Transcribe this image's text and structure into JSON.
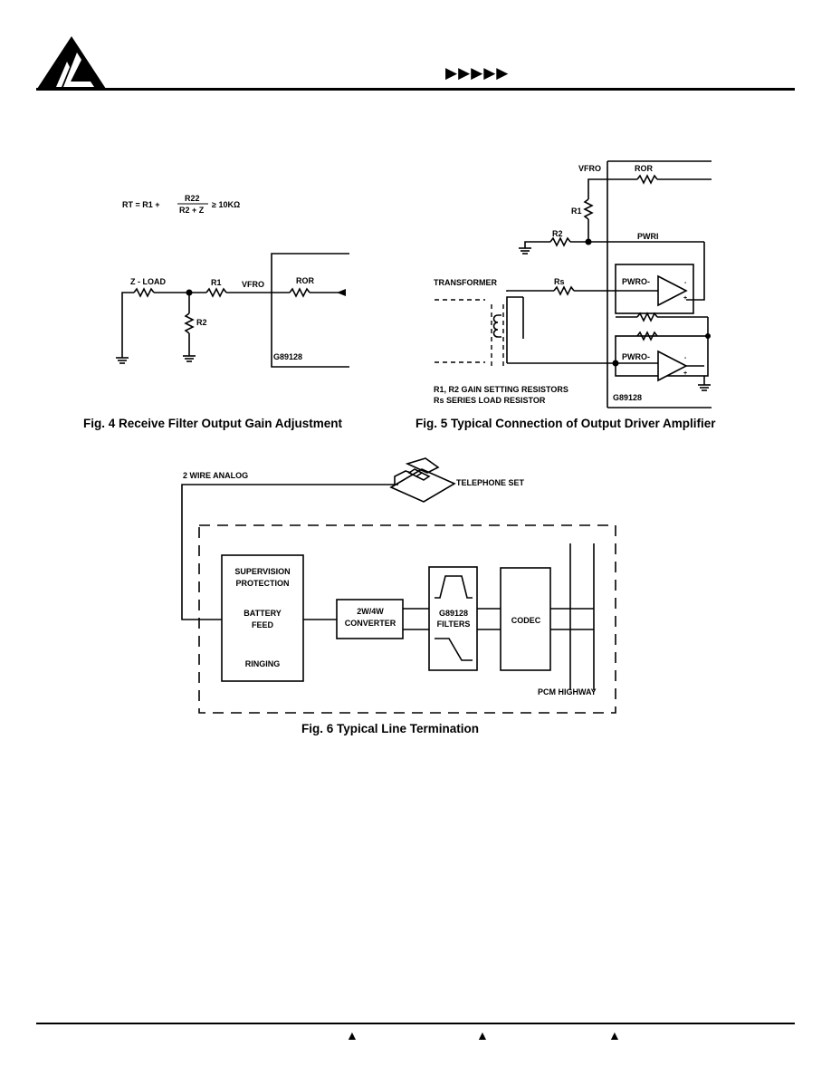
{
  "header": {
    "arrows": "▶▶▶▶▶"
  },
  "fig4": {
    "equation": {
      "lhs": "RT = R1 +",
      "num": "R22",
      "den": "R2 + Z",
      "rhs": "≥ 10KΩ"
    },
    "labels": {
      "z_load": "Z - LOAD",
      "r1": "R1",
      "vfro": "VFRO",
      "ror": "ROR",
      "r2": "R2",
      "chip": "G89128"
    },
    "caption": "Fig. 4 Receive Filter Output Gain Adjustment"
  },
  "fig5": {
    "labels": {
      "vfro": "VFRO",
      "ror": "ROR",
      "r1": "R1",
      "r2": "R2",
      "pwri": "PWRI",
      "transformer": "TRANSFORMER",
      "rs": "Rs",
      "pwro_top": "PWRO-",
      "pwro_bottom": "PWRO-",
      "note1": "R1, R2 GAIN SETTING RESISTORS",
      "note2": "Rs SERIES LOAD RESISTOR",
      "chip": "G89128"
    },
    "caption": "Fig. 5 Typical Connection of Output Driver Amplifier"
  },
  "fig6": {
    "labels": {
      "two_wire": "2 WIRE ANALOG",
      "telephone": "TELEPHONE SET",
      "supervision": "SUPERVISION",
      "protection": "PROTECTION",
      "battery": "BATTERY",
      "feed": "FEED",
      "ringing": "RINGING",
      "conv1": "2W/4W",
      "conv2": "CONVERTER",
      "filt1": "G89128",
      "filt2": "FILTERS",
      "codec": "CODEC",
      "pcm": "PCM HIGHWAY"
    },
    "caption": "Fig. 6 Typical Line Termination"
  },
  "footer": {
    "mark1": "▲",
    "mark2": "▲",
    "mark3": "▲"
  }
}
